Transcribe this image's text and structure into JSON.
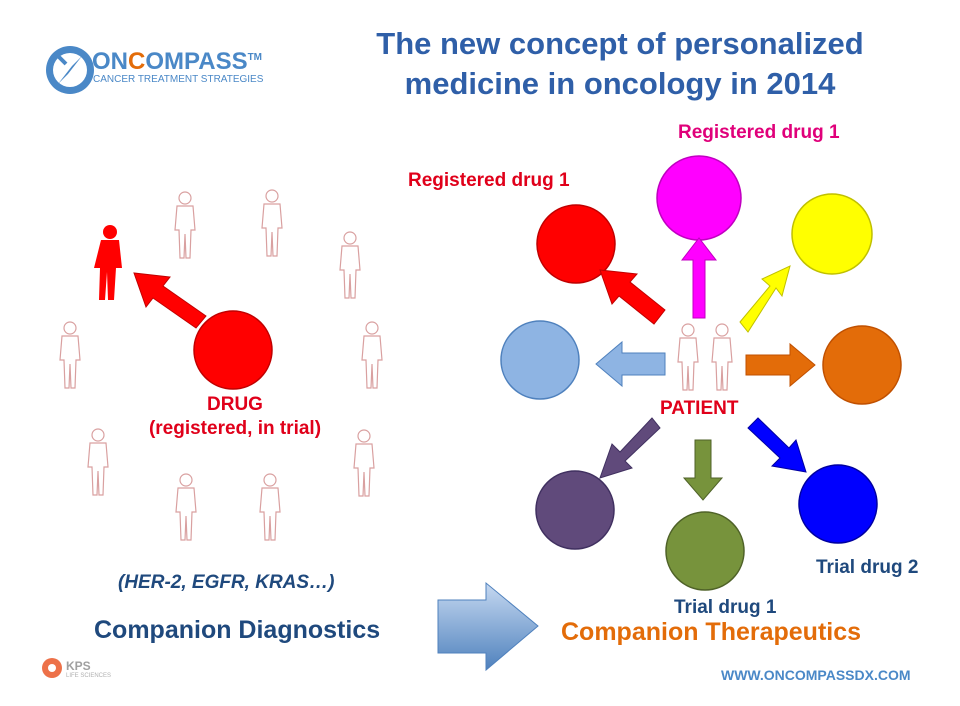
{
  "title": {
    "line1": "The new concept of personalized",
    "line2": "medicine in oncology in 2014"
  },
  "logo": {
    "name_prefix": "ON",
    "name_accent": "C",
    "name_suffix": "OMPASS",
    "trademark": "TM",
    "tagline": "CANCER TREATMENT STRATEGIES"
  },
  "left_panel": {
    "top_label": "Registered drug 1",
    "drug_label_line1": "DRUG",
    "drug_label_line2": "(registered, in trial)",
    "biomarkers": "(HER-2, EGFR, KRAS…)",
    "caption": "Companion Diagnostics"
  },
  "right_panel": {
    "top_label": "Registered drug 1",
    "center_label": "PATIENT",
    "trial_drug_1": "Trial drug 1",
    "trial_drug_2": "Trial drug 2",
    "caption": "Companion Therapeutics"
  },
  "footer": {
    "kps_name": "KPS",
    "kps_sub": "LIFE SCIENCES",
    "website": "WWW.ONCOMPASSDX.COM"
  },
  "colors": {
    "title_blue": "#2f5fa8",
    "red": "#ff0000",
    "magenta": "#ff00ff",
    "yellow": "#ffff00",
    "light_blue": "#8eb4e3",
    "orange": "#e36c09",
    "blue": "#0000ff",
    "purple": "#604a7b",
    "olive": "#77933c",
    "caption_orange": "#e36c09",
    "caption_blue": "#1f497d"
  }
}
